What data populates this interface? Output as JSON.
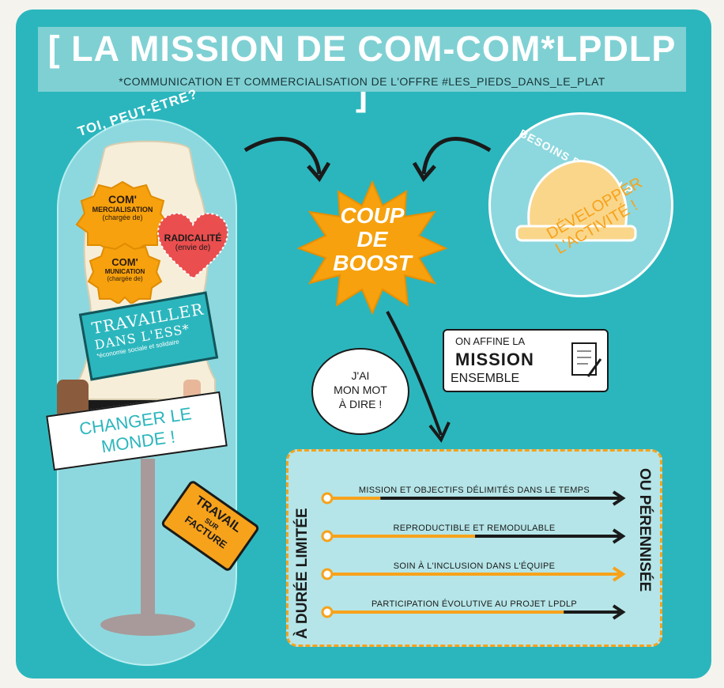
{
  "header": {
    "title": "[ LA MISSION DE COM-COM*LPDLP ]",
    "subtitle": "*COMMUNICATION ET COMMERCIALISATION DE L'OFFRE #LES_PIEDS_DANS_LE_PLAT"
  },
  "left_column": {
    "caption": "TOI, PEUT-ÊTRE?",
    "commercialisation": {
      "main": "COM'",
      "sub": "MERCIALISATION",
      "note": "(chargée de)"
    },
    "communication": {
      "main": "COM'",
      "sub": "MUNICATION",
      "note": "(chargée de)"
    },
    "radicalite": {
      "main": "RADICALITÉ",
      "note": "(envie de)"
    },
    "ess": {
      "line1": "TRAVAILLER",
      "line2": "DANS L'ESS*",
      "note": "*économie sociale et solidaire"
    },
    "changer": {
      "line1": "CHANGER LE",
      "line2": "MONDE !"
    },
    "tag": {
      "line1": "TRAVAIL",
      "line2": "SUR",
      "line3": "FACTURE"
    }
  },
  "center": {
    "boost": {
      "line1": "COUP",
      "line2": "DE",
      "line3": "BOOST"
    },
    "bubble": {
      "line1": "J'AI",
      "line2": "MON MOT",
      "line3": "À DIRE !"
    },
    "affine": {
      "line1": "ON AFFINE LA",
      "line2": "MISSION",
      "line3": "ENSEMBLE"
    }
  },
  "needs": {
    "caption": "BESOINS DE #LPDLP",
    "line1": "DÉVELOPPER",
    "line2": "L'ACTIVITÉ !"
  },
  "panel": {
    "left_label": "À DURÉE LIMITÉE",
    "right_label": "OU PÉRENNISÉE",
    "rows": [
      {
        "label": "MISSION ET OBJECTIFS DÉLIMITÉS DANS LE TEMPS",
        "orange_fraction": 0.18
      },
      {
        "label": "REPRODUCTIBLE ET REMODULABLE",
        "orange_fraction": 0.5
      },
      {
        "label": "SOIN À L'INCLUSION DANS L'ÉQUIPE",
        "orange_fraction": 1.0
      },
      {
        "label": "PARTICIPATION ÉVOLUTIVE AU PROJET LPDLP",
        "orange_fraction": 0.8
      }
    ]
  },
  "colors": {
    "teal": "#2bb6bd",
    "orange": "#f7a21b",
    "dark": "#1a1a1a",
    "red": "#ea4e4e"
  }
}
